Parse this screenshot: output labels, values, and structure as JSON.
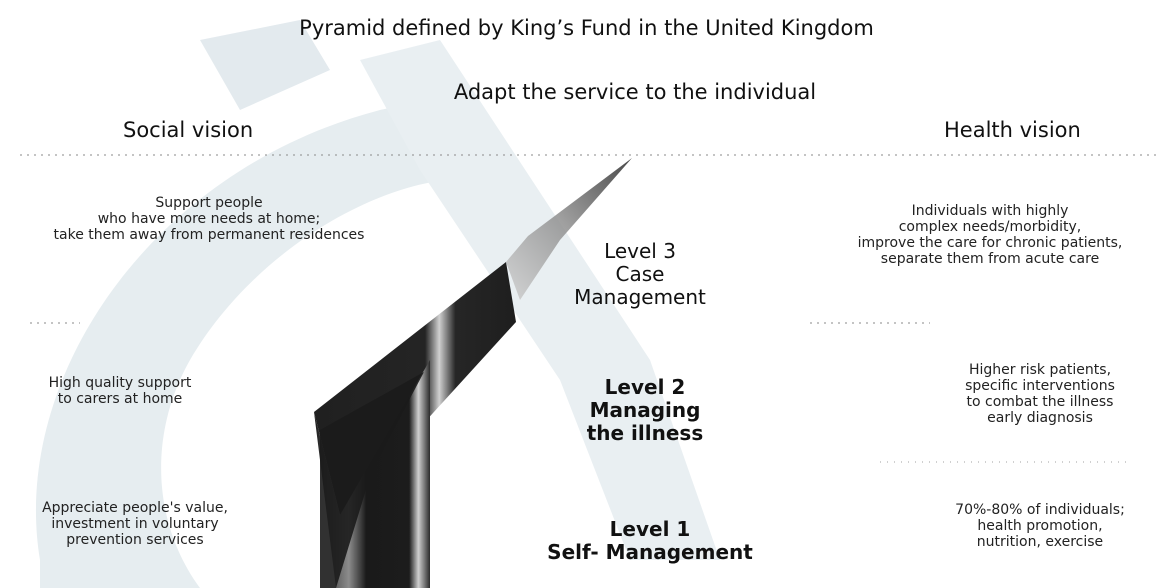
{
  "title": "Pyramid defined by King’s Fund in the United Kingdom",
  "subtitle": "Adapt the service to the individual",
  "social_heading": "Social vision",
  "health_heading": "Health vision",
  "levels": [
    {
      "name": "Level 3\nCase\nManagement",
      "social": "Support people\nwho have more needs at home;\ntake them away from permanent residences",
      "health": "Individuals with highly\ncomplex needs/morbidity,\nimprove the care for chronic patients,\nseparate them from acute care"
    },
    {
      "name": "Level 2\nManaging\nthe illness",
      "social": "High quality support\nto carers at home",
      "health": "Higher risk patients,\nspecific interventions\nto combat the illness\nearly diagnosis"
    },
    {
      "name": "Level 1\nSelf- Management",
      "social": "Appreciate people's value,\ninvestment in voluntary\nprevention services",
      "health": "70%-80% of individuals;\nhealth promotion,\nnutrition, exercise"
    }
  ],
  "colors": {
    "pyramid_dark": "#1c1c1c",
    "pyramid_mid": "#5a5a5a",
    "pyramid_light": "#bdbdbd",
    "watermark": "#e3ebee",
    "divider": "#8a8a8a"
  }
}
